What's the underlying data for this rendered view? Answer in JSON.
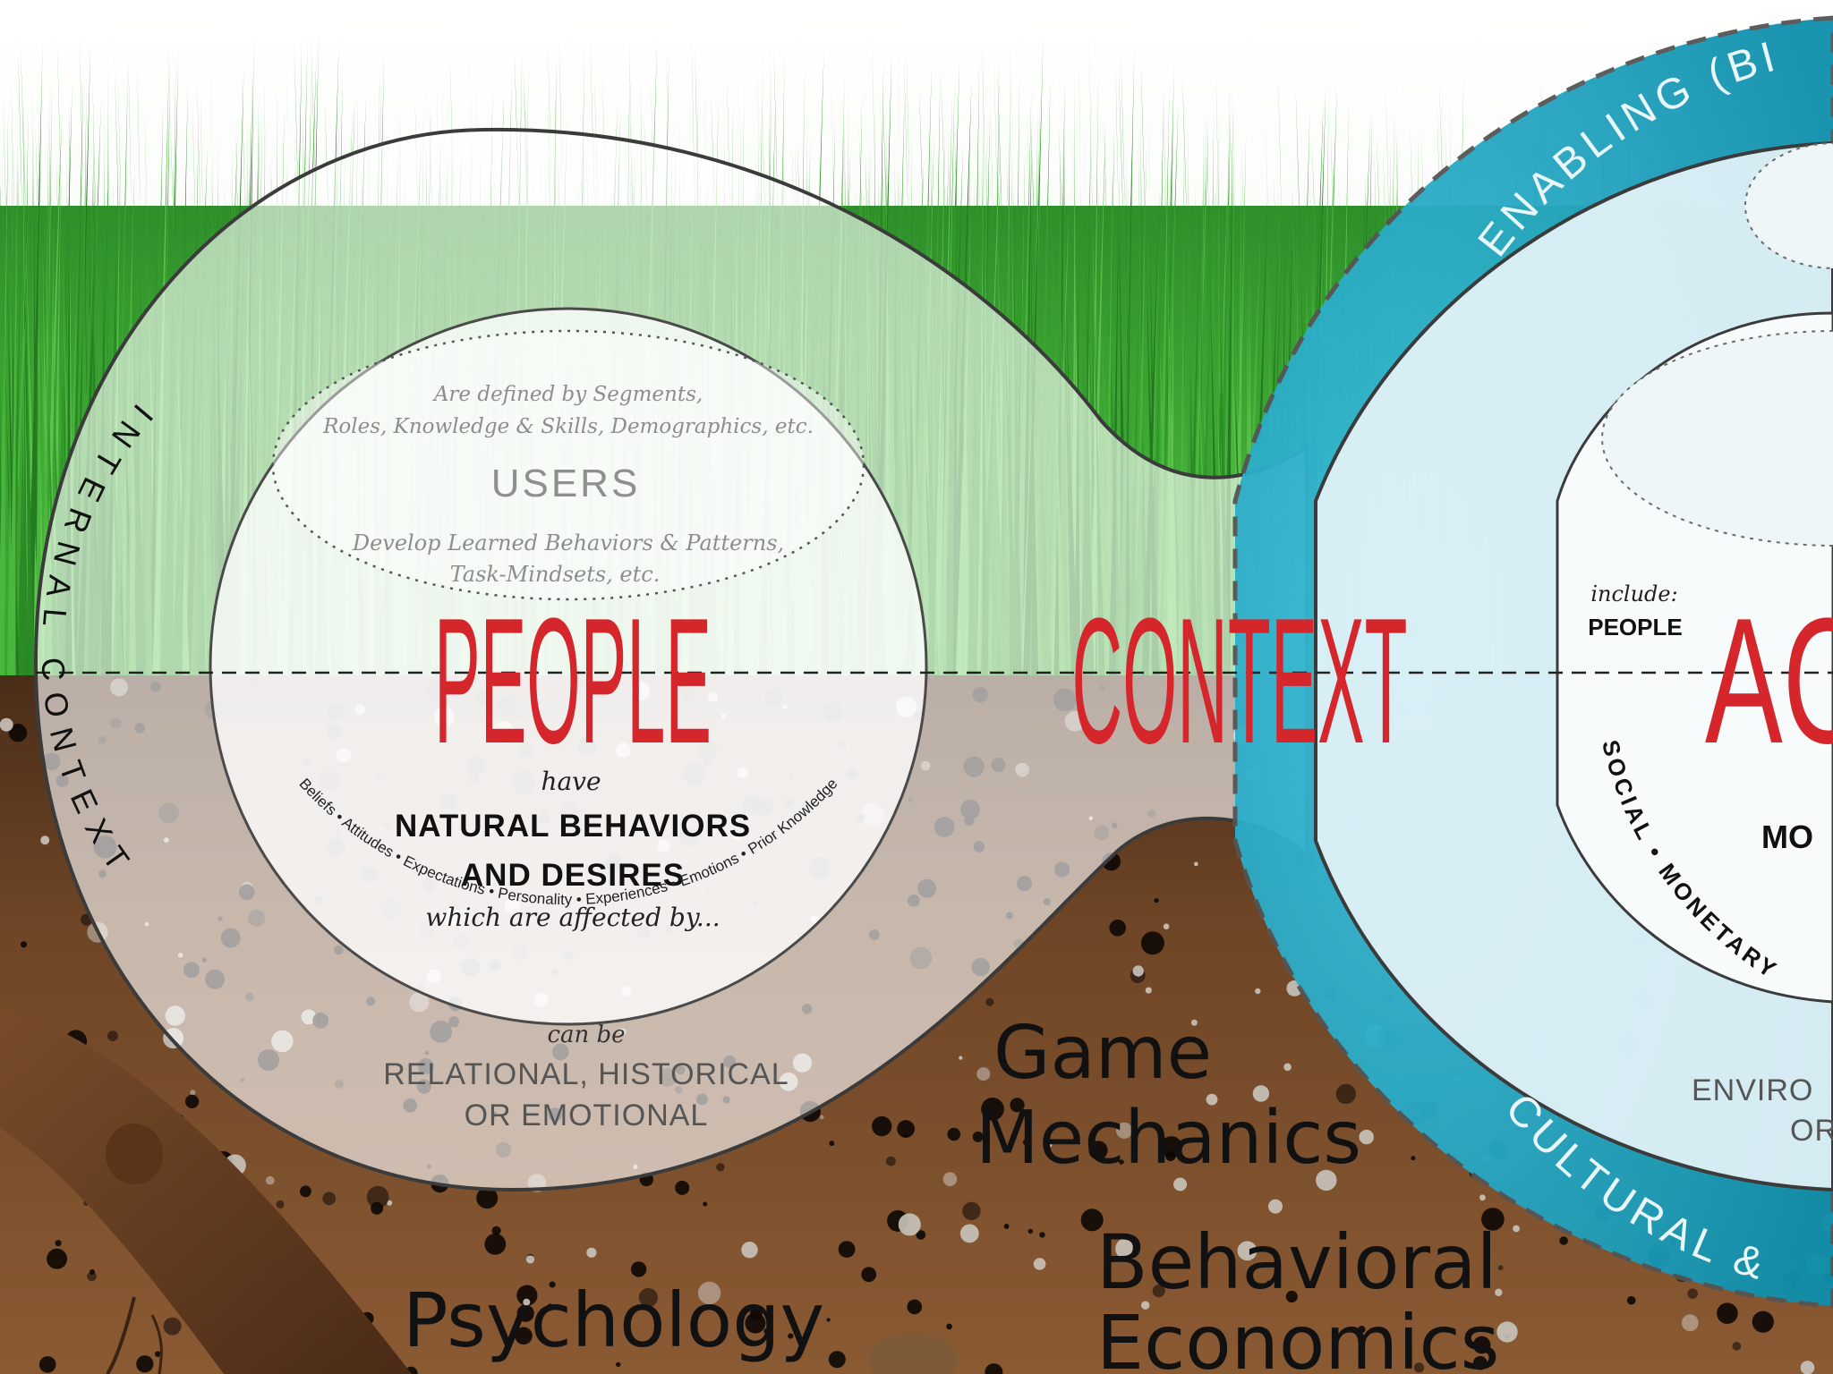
{
  "diagram": {
    "people_circle": {
      "users_caption_top": [
        "Are defined by Segments,",
        "Roles, Knowledge & Skills, Demographics, etc."
      ],
      "users_title": "USERS",
      "users_caption_bottom": [
        "Develop Learned Behaviors & Patterns,",
        "Task-Mindsets, etc."
      ],
      "title": "PEOPLE",
      "have": "have",
      "behaviors": [
        "NATURAL BEHAVIORS",
        "AND DESIRES"
      ],
      "affected_by": "which are affected by...",
      "factors_arc": "Beliefs • Attitudes • Expectations • Personality • Experiences • Emotions • Prior Knowledge",
      "can_be": "can be",
      "kinds": [
        "RELATIONAL, HISTORICAL",
        "OR EMOTIONAL"
      ],
      "internal_context_arc": "INTERNAL CONTEXT"
    },
    "center": {
      "title": "CONTEXT"
    },
    "right_circle": {
      "enabling_arc": "ENABLING (BI",
      "cultural_arc": "CULTURAL &",
      "include": "include:",
      "people": "PEOPLE",
      "title_partial": "ACT",
      "mo_partial": "MO",
      "social_arc": "SOCIAL • MONETARY",
      "enviro_partial": [
        "ENVIRO",
        "OR"
      ]
    },
    "underground_labels": {
      "game_mechanics": [
        "Game",
        "Mechanics"
      ],
      "psychology": "Psychology",
      "behavioral_economics": [
        "Behavioral",
        "Economics"
      ]
    }
  },
  "colors": {
    "accent_red": "#d4262b",
    "teal": "#1aa3c0",
    "grass": "#3a9b2e",
    "soil": "#6b4423"
  }
}
